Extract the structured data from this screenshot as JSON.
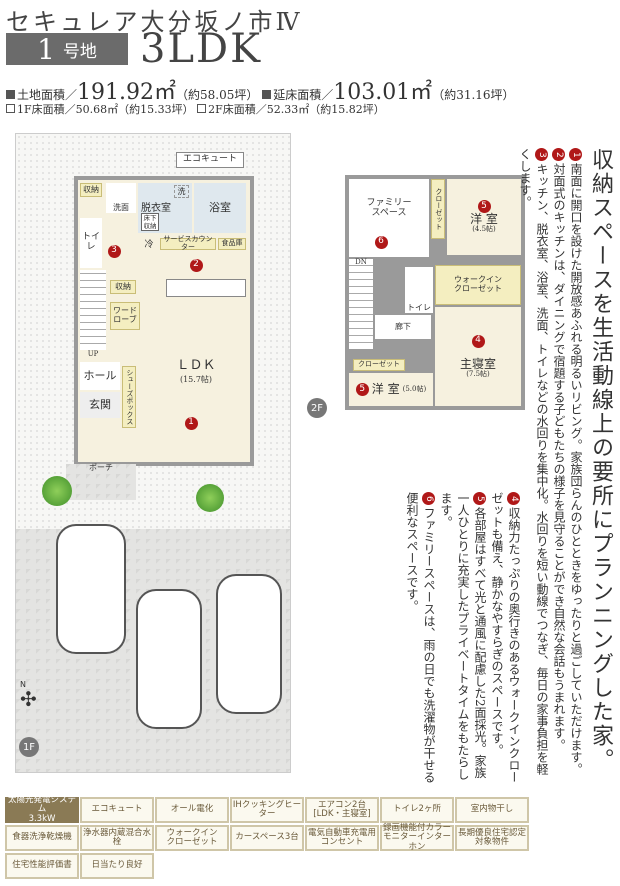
{
  "header": {
    "title": "セキュレア大分坂ノ市Ⅳ",
    "lot_number": "1",
    "lot_suffix": "号地",
    "layout": "3LDK"
  },
  "areas": {
    "land_label": "土地面積／",
    "land_value": "191.92㎡",
    "land_tsubo": "（約58.05坪）",
    "floor_label": "延床面積／",
    "floor_value": "103.01㎡",
    "floor_tsubo": "（約31.16坪）",
    "f1": "1F床面積／50.68㎡（約15.33坪）",
    "f2": "2F床面積／52.33㎡（約15.82坪）"
  },
  "plan1f": {
    "floor": "1F",
    "north": "N",
    "rooms": {
      "ecocute": "エコキュート",
      "storage1": "収納",
      "washroom": "洗面",
      "dressing": "脱衣室",
      "wash": "洗",
      "underfloor": "床下\n収納",
      "bath": "浴室",
      "toilet": "トイレ",
      "fridge": "冷",
      "service": "サービスカウンター",
      "pantry": "食品庫",
      "storage2": "収納",
      "wardrobe": "ワード\nローブ",
      "up": "UP",
      "hall": "ホール",
      "ldk": "ＬＤＫ",
      "ldk_size": "(15.7帖)",
      "shoebox": "シューズボックス",
      "entrance": "玄関",
      "porch": "ポーチ"
    }
  },
  "plan2f": {
    "floor": "2F",
    "rooms": {
      "closet1": "クローゼット",
      "family": "ファミリー\nスペース",
      "dn": "DN",
      "western1": "洋 室",
      "western1_size": "(4.5帖)",
      "toilet": "トイレ",
      "wic": "ウォークイン\nクローゼット",
      "corridor": "廊下",
      "closet2": "クローゼット",
      "master": "主寝室",
      "master_size": "(7.5帖)",
      "western2": "洋 室",
      "western2_size": "(5.0帖)"
    }
  },
  "description": {
    "headline": "収納スペースを生活動線上の要所にプランニングした家。",
    "points": [
      {
        "n": "1",
        "text": "南面に開口を設けた開放感あふれる明るいリビング。家族団らんのひとときをゆったりと過ごしていただけます。"
      },
      {
        "n": "2",
        "text": "対面式のキッチンは、ダイニングで宿題する子どもたちの様子を見守ることができ自然な会話もうまれます。"
      },
      {
        "n": "3",
        "text": "キッチン、脱衣室、浴室、洗面、トイレなどの水回りを集中化。水回りを短い動線でつなぎ、毎日の家事負担を軽くします。"
      },
      {
        "n": "4",
        "text": "収納力たっぷりの奥行きのあるウォークインクローゼットも備え、静かなやすらぎのスペースです。"
      },
      {
        "n": "5",
        "text": "各部屋はすべて光と通風に配慮した2面採光。家族一人ひとりに充実したプライベートタイムをもたらします。"
      },
      {
        "n": "6",
        "text": "ファミリースペースは、雨の日でも洗濯物が干せる便利なスペースです。"
      }
    ]
  },
  "features": [
    "太陽光発電システム\n3.3kW",
    "エコキュート",
    "オール電化",
    "IHクッキングヒーター",
    "エアコン2台\n[LDK・主寝室]",
    "トイレ2ヶ所",
    "室内物干し",
    "食器洗浄乾燥機",
    "浄水器内蔵混合水栓",
    "ウォークイン\nクローゼット",
    "カースペース3台",
    "電気自動車充電用\nコンセント",
    "録画機能付カラー\nモニターインターホン",
    "長期優良住宅認定\n対象物件",
    "住宅性能評価書",
    "日当たり良好"
  ],
  "colors": {
    "accent": "#b01818",
    "badge": "#6b6b6b",
    "feature_active": "#8a7a55"
  }
}
